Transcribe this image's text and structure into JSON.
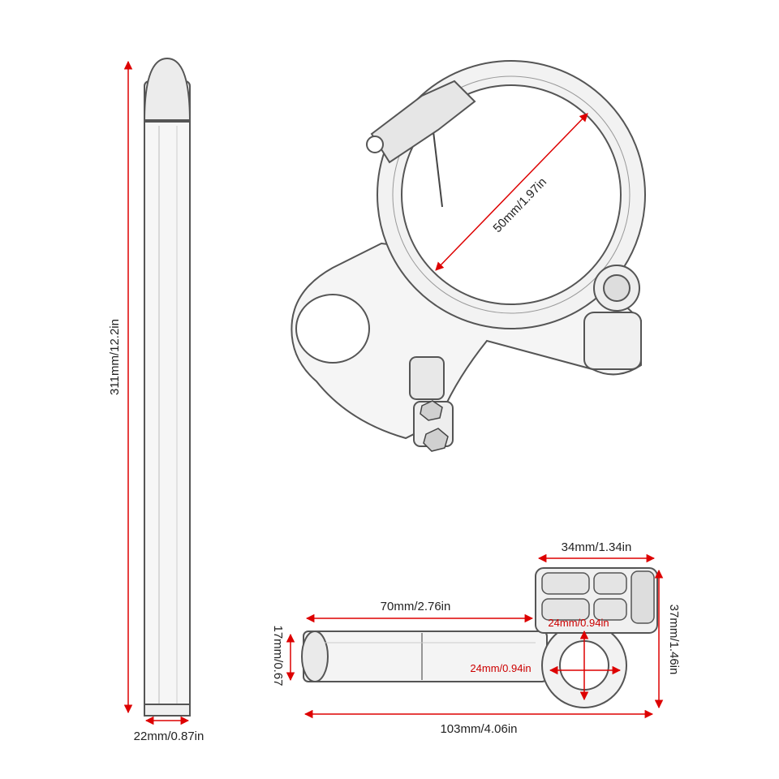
{
  "colors": {
    "dimension_line": "#dd0000",
    "outline": "#555555",
    "label": "#222222",
    "inner_label": "#cc0000"
  },
  "dimensions": {
    "rod_length": "311mm/12.2in",
    "rod_diameter": "22mm/0.87in",
    "clamp_inner_diameter": "50mm/1.97in",
    "clamp_width": "34mm/1.34in",
    "clamp_height": "37mm/1.46in",
    "bar_length": "70mm/2.76in",
    "bar_diameter": "17mm/0.67",
    "ring_height": "24mm/0.94in",
    "ring_width": "24mm/0.94in",
    "total_length": "103mm/4.06in"
  },
  "parts": {
    "rod": "handlebar-rod",
    "clamp": "fork-clamp",
    "clip_on": "clip-on-bar"
  }
}
